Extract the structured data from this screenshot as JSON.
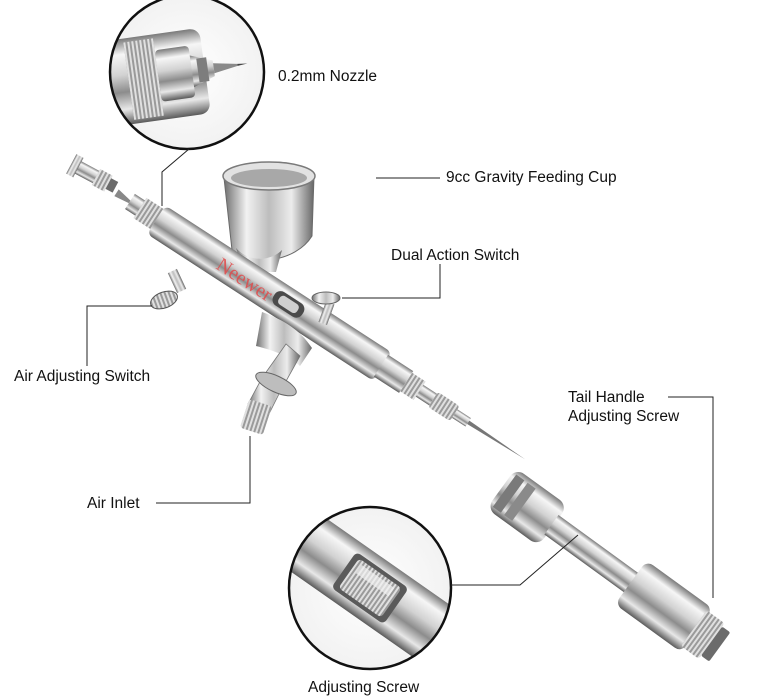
{
  "labels": {
    "nozzle": "0.2mm Nozzle",
    "cup": "9cc Gravity Feeding Cup",
    "dual_action": "Dual Action Switch",
    "air_adjusting": "Air Adjusting Switch",
    "air_inlet": "Air Inlet",
    "tail_handle_line1": "Tail Handle",
    "tail_handle_line2": "Adjusting Screw",
    "adjusting_screw": "Adjusting Screw"
  },
  "watermark": "Neewer",
  "colors": {
    "chrome_light": "#f4f4f4",
    "chrome_mid": "#b9b9b9",
    "chrome_dark": "#5f5f5f",
    "leader_line": "#222222",
    "watermark": "#e24a4a"
  }
}
